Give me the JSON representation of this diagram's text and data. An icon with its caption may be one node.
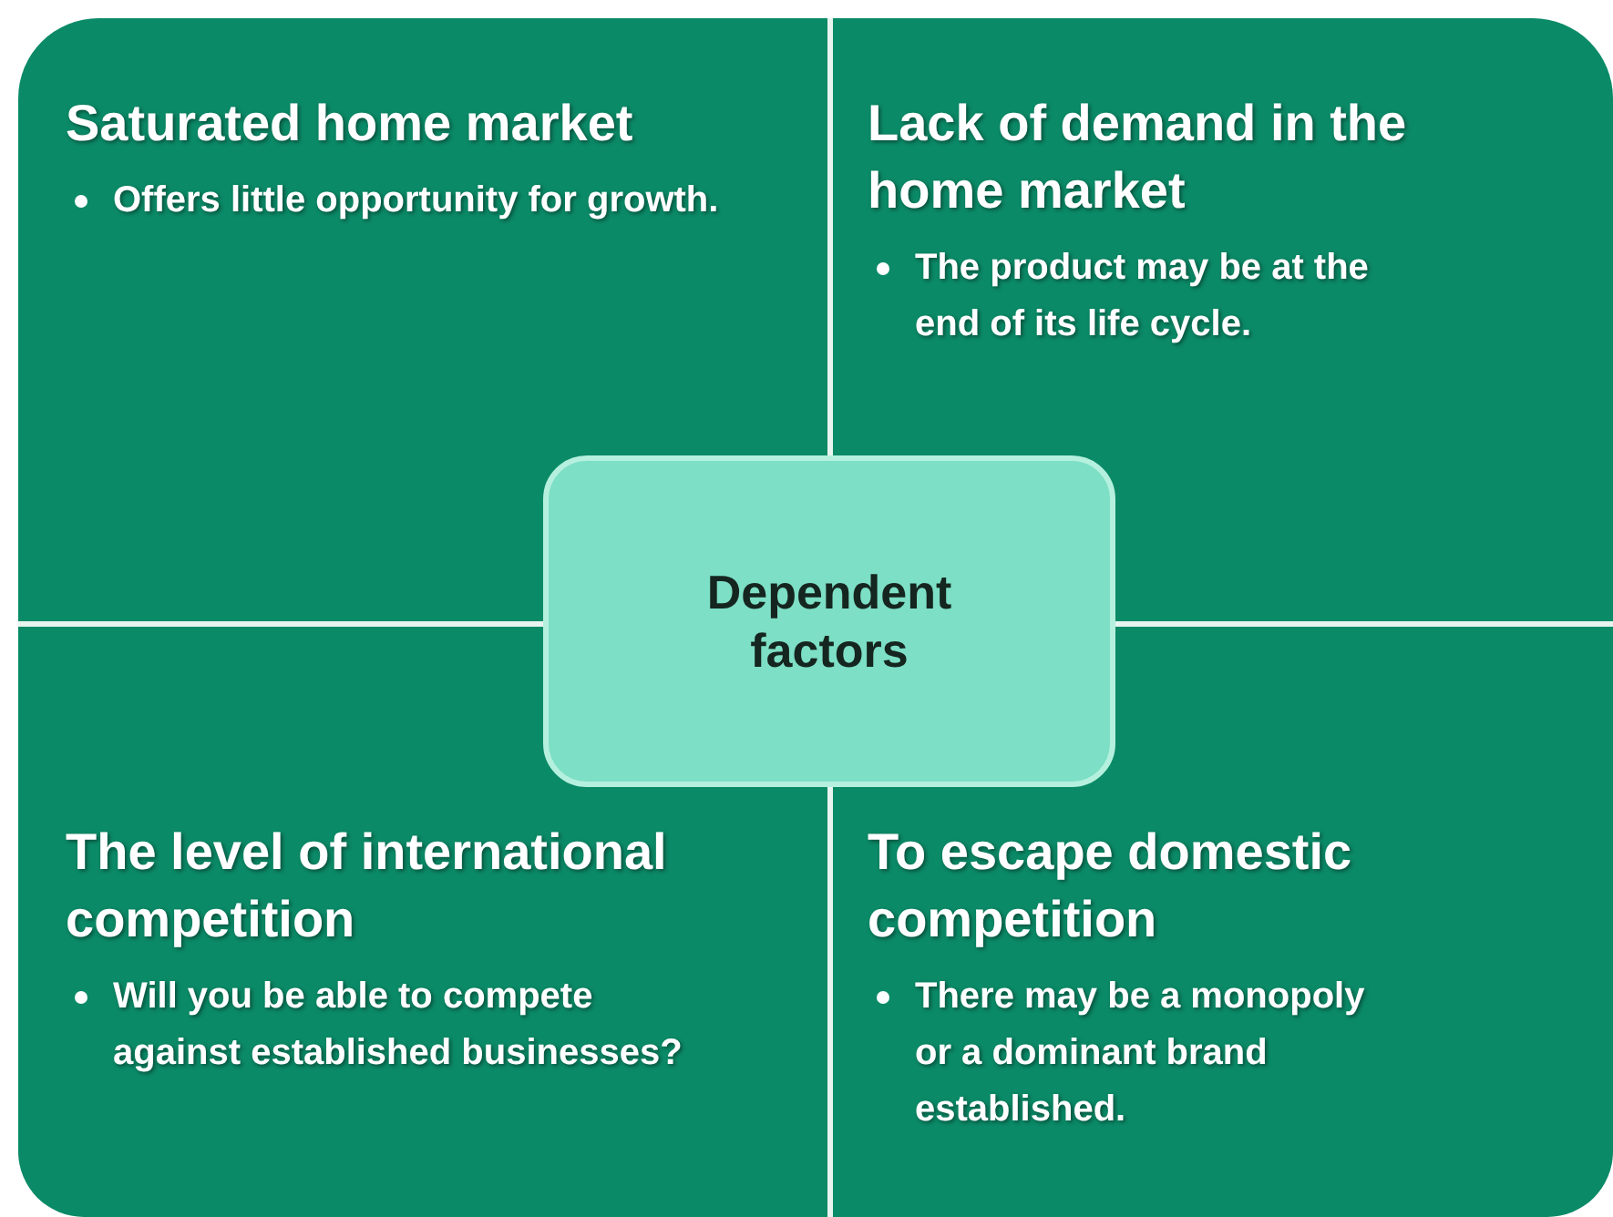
{
  "diagram": {
    "nodes": [
      {
        "text": [
          "Saturated home market",
          "Offers little opportunity for growth."
        ]
      },
      {
        "text": [
          "Lack of demand in the home market",
          "The product may be at the end of its life cycle."
        ]
      },
      {
        "text": [
          "Dependent factors"
        ]
      },
      {
        "text": [
          "The level of international competition",
          "Will you be able to compete against established businesses?"
        ]
      },
      {
        "text": [
          "To escape domestic competition",
          "There may be a monopoly or a dominant brand established."
        ]
      }
    ]
  }
}
